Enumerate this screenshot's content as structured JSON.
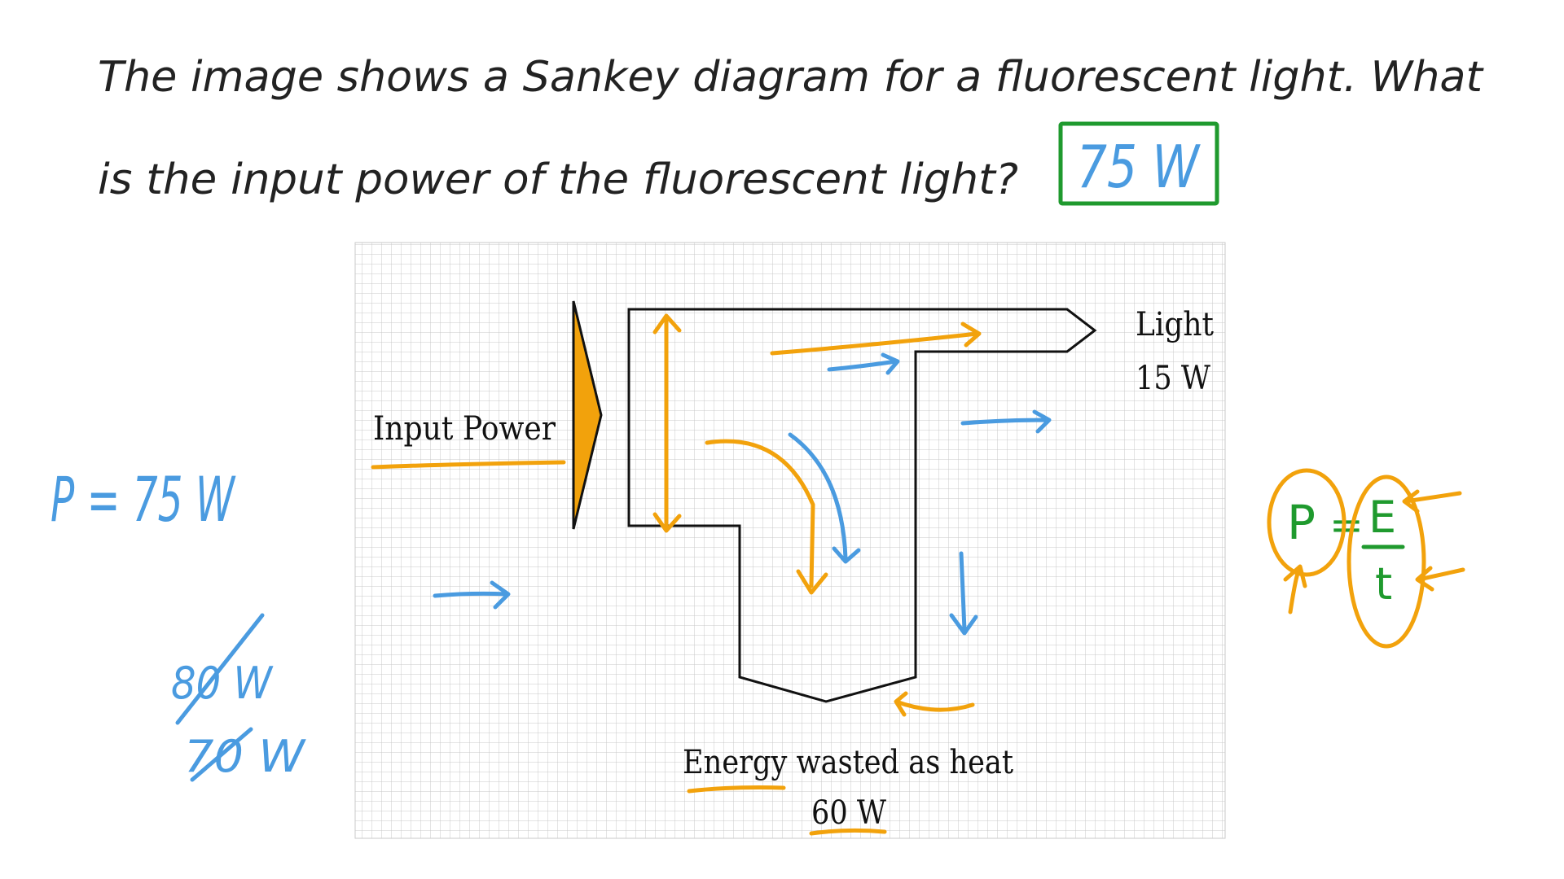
{
  "question": {
    "line1": "The image shows a Sankey diagram for a fluorescent light. What",
    "line2": "is the input power of the fluorescent light?",
    "answer": "75 W"
  },
  "diagram": {
    "input_label": "Input Power",
    "light_label": "Light",
    "light_value": "15 W",
    "heat_label": "Energy wasted as heat",
    "heat_value": "60 W"
  },
  "annotations": {
    "result": "P = 75 W",
    "crossed_out_1": "80 W",
    "crossed_out_2": "70 W",
    "formula_lhs": "P",
    "formula_eq": "=",
    "formula_numerator": "E",
    "formula_denominator": "t"
  },
  "colors": {
    "grid_line": "#c8c8c8",
    "outline": "#111111",
    "orange": "#f2a20c",
    "blue": "#4a9be0",
    "green": "#1f9a2e"
  }
}
